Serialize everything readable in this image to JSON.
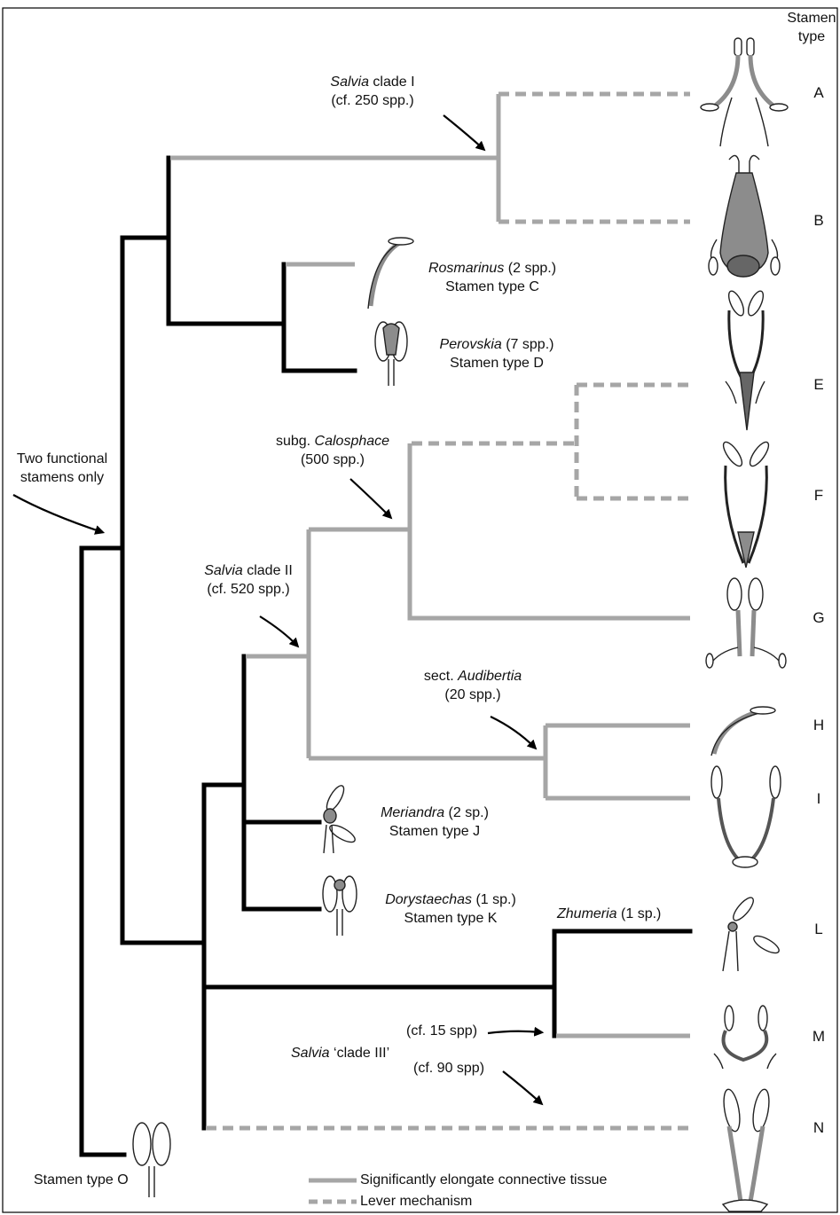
{
  "header": {
    "line1": "Stamen",
    "line2": "type"
  },
  "stamen_types": [
    "A",
    "B",
    "E",
    "F",
    "G",
    "H",
    "I",
    "L",
    "M",
    "N"
  ],
  "labels": {
    "salvia_clade1": {
      "italic": "Salvia",
      "rest": " clade I",
      "line2": "(cf. 250 spp.)"
    },
    "rosmarinus": {
      "italic": "Rosmarinus",
      "rest": " (2 spp.)",
      "line2": "Stamen type C"
    },
    "perovskia": {
      "italic": "Perovskia",
      "rest": " (7 spp.)",
      "line2": "Stamen type D"
    },
    "calosphace": {
      "prefix": "subg. ",
      "italic": "Calosphace",
      "line2": "(500 spp.)"
    },
    "two_functional": {
      "line1": "Two functional",
      "line2": "stamens only"
    },
    "salvia_clade2": {
      "italic": "Salvia",
      "rest": " clade II",
      "line2": "(cf. 520 spp.)"
    },
    "audibertia": {
      "prefix": "sect. ",
      "italic": "Audibertia",
      "line2": "(20 spp.)"
    },
    "meriandra": {
      "italic": "Meriandra",
      "rest": " (2 sp.)",
      "line2": "Stamen type J"
    },
    "dorystaechas": {
      "italic": "Dorystaechas",
      "rest": " (1 sp.)",
      "line2": "Stamen type K"
    },
    "zhumeria": {
      "italic": "Zhumeria",
      "rest": " (1 sp.)"
    },
    "clade3_a": "(cf. 15 spp)",
    "clade3": {
      "italic": "Salvia",
      "rest": " ‘clade III’"
    },
    "clade3_b": "(cf. 90 spp)",
    "stamen_o": "Stamen type O"
  },
  "legend": {
    "elongate": "Significantly elongate connective tissue",
    "lever": "Lever mechanism"
  },
  "colors": {
    "black": "#000000",
    "grey": "#a6a6a6",
    "fill": "#8c8c8c"
  }
}
